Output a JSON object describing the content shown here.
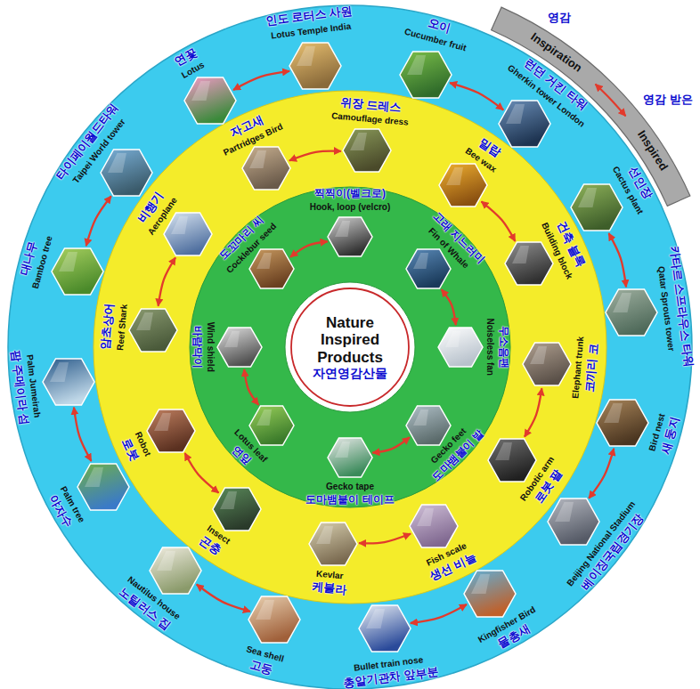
{
  "diagram": {
    "nodes": [
      {
        "text": [
          "Nature Inspired Products",
          "자연영감산물"
        ]
      },
      {
        "text": [
          "영감",
          "Inspiration",
          "Inspired",
          "영감 받은"
        ]
      },
      {
        "text": [
          "Lotus Temple India",
          "인도 로터스 사원"
        ]
      },
      {
        "text": [
          "Cucumber fruit",
          "오이"
        ]
      },
      {
        "text": [
          "Gherkin tower London",
          "런던 거킨 타워"
        ]
      },
      {
        "text": [
          "Cactus plant",
          "선인장"
        ]
      },
      {
        "text": [
          "Qatar Sprouts tower",
          "카타르 스프라우스 타워"
        ]
      },
      {
        "text": [
          "Bird nest",
          "새 둥지"
        ]
      },
      {
        "text": [
          "Beijing National Stadium",
          "베이징국립경기장"
        ]
      },
      {
        "text": [
          "Kingfisher Bird",
          "물총새"
        ]
      },
      {
        "text": [
          "Bullet train nose",
          "총알기관차 앞부분"
        ]
      },
      {
        "text": [
          "Sea shell",
          "고둥"
        ]
      },
      {
        "text": [
          "Nautilus house",
          "노틸러스 집"
        ]
      },
      {
        "text": [
          "Palm tree",
          "야자수"
        ]
      },
      {
        "text": [
          "Palm Jumeirah",
          "팜 주메이라 섬"
        ]
      },
      {
        "text": [
          "Bamboo tree",
          "대나무"
        ]
      },
      {
        "text": [
          "Taipei World tower",
          "타이페이월드타워"
        ]
      },
      {
        "text": [
          "Lotus",
          "연꽃"
        ]
      },
      {
        "text": [
          "Partridges Bird",
          "자고새"
        ]
      },
      {
        "text": [
          "Camouflage dress",
          "위장 드레스"
        ]
      },
      {
        "text": [
          "Bee wax",
          "밀랍"
        ]
      },
      {
        "text": [
          "Building block",
          "건축 블록"
        ]
      },
      {
        "text": [
          "Elephant trunk",
          "코끼리 코"
        ]
      },
      {
        "text": [
          "Robotic arm",
          "로봇 팔"
        ]
      },
      {
        "text": [
          "Fish scale",
          "생선 비늘"
        ]
      },
      {
        "text": [
          "Kevlar",
          "케블라"
        ]
      },
      {
        "text": [
          "Insect",
          "곤충"
        ]
      },
      {
        "text": [
          "Robot",
          "로봇"
        ]
      },
      {
        "text": [
          "Reef Shark",
          "암초상어"
        ]
      },
      {
        "text": [
          "Aeroplane",
          "비행기"
        ]
      },
      {
        "text": [
          "Hook, loop (velcro)",
          "찍찍이(벨크로)"
        ]
      },
      {
        "text": [
          "Fin of Whale",
          "고래 지느러미"
        ]
      },
      {
        "text": [
          "Noiseless fan",
          "무소음팬"
        ]
      },
      {
        "text": [
          "Gecko feet",
          "도마뱀붙이 발"
        ]
      },
      {
        "text": [
          "Gecko tape",
          "도마뱀붙이 테이프"
        ]
      },
      {
        "text": [
          "Lotus leaf",
          "연잎"
        ]
      },
      {
        "text": [
          "Wind shield",
          "바람막이"
        ]
      },
      {
        "text": [
          "Cocklebur seed",
          "도꼬마리 씨"
        ]
      }
    ],
    "edges": [
      {
        "from": 17,
        "to": 2,
        "arrow": "both"
      },
      {
        "from": 3,
        "to": 4,
        "arrow": "both"
      },
      {
        "from": 5,
        "to": 6,
        "arrow": "both"
      },
      {
        "from": 7,
        "to": 8,
        "arrow": "both"
      },
      {
        "from": 9,
        "to": 10,
        "arrow": "both"
      },
      {
        "from": 11,
        "to": 12,
        "arrow": "both"
      },
      {
        "from": 13,
        "to": 14,
        "arrow": "both"
      },
      {
        "from": 15,
        "to": 16,
        "arrow": "both"
      },
      {
        "from": 18,
        "to": 19,
        "arrow": "both"
      },
      {
        "from": 20,
        "to": 21,
        "arrow": "both"
      },
      {
        "from": 22,
        "to": 23,
        "arrow": "both"
      },
      {
        "from": 24,
        "to": 25,
        "arrow": "both"
      },
      {
        "from": 26,
        "to": 27,
        "arrow": "both"
      },
      {
        "from": 28,
        "to": 29,
        "arrow": "both"
      },
      {
        "from": 37,
        "to": 30,
        "arrow": "both"
      },
      {
        "from": 31,
        "to": 32,
        "arrow": "both"
      },
      {
        "from": 33,
        "to": 34,
        "arrow": "both"
      },
      {
        "from": 35,
        "to": 36,
        "arrow": "both"
      }
    ]
  }
}
